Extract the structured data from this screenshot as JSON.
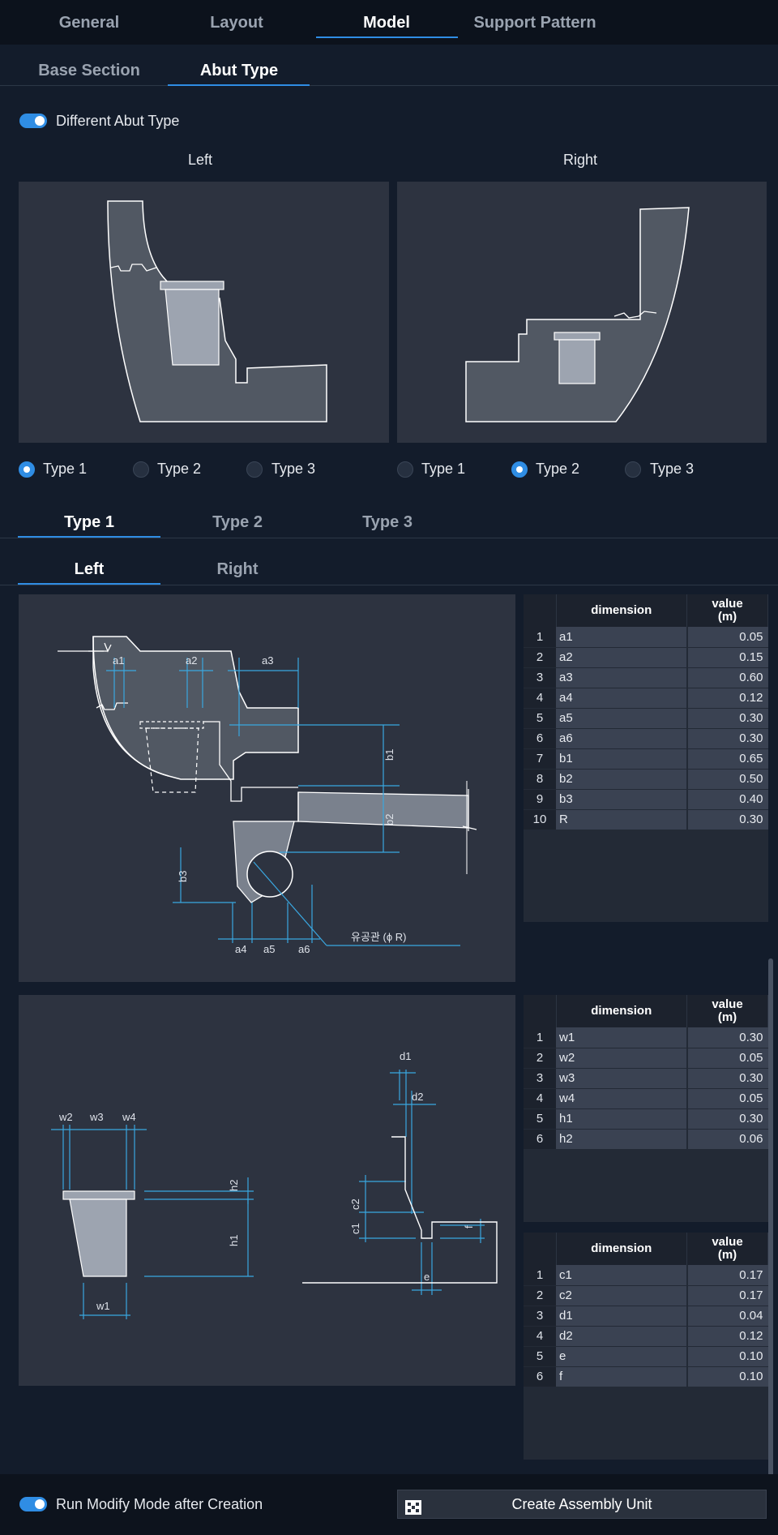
{
  "top_tabs": [
    "General",
    "Layout",
    "Model",
    "Support Pattern"
  ],
  "sub_tabs": [
    "Base Section",
    "Abut Type"
  ],
  "different_abut_type_label": "Different Abut Type",
  "left_heading": "Left",
  "right_heading": "Right",
  "left_types": [
    "Type 1",
    "Type 2",
    "Type 3"
  ],
  "right_types": [
    "Type 1",
    "Type 2",
    "Type 3"
  ],
  "left_selected": "Type 1",
  "right_selected": "Type 2",
  "type_tabs": [
    "Type 1",
    "Type 2",
    "Type 3"
  ],
  "side_tabs": [
    "Left",
    "Right"
  ],
  "diagram1": {
    "labels": [
      "a1",
      "a2",
      "a3",
      "b1",
      "b2",
      "b3",
      "a4",
      "a5",
      "a6"
    ],
    "pipe_label": "유공관 (ϕ R)"
  },
  "diagram2": {
    "labels": [
      "w2",
      "w3",
      "w4",
      "h2",
      "h1",
      "w1",
      "d1",
      "d2",
      "c2",
      "c1",
      "f",
      "e"
    ]
  },
  "table_header": {
    "dimension": "dimension",
    "value": "value",
    "unit": "(m)"
  },
  "table1": [
    {
      "i": "1",
      "name": "a1",
      "value": "0.05"
    },
    {
      "i": "2",
      "name": "a2",
      "value": "0.15"
    },
    {
      "i": "3",
      "name": "a3",
      "value": "0.60"
    },
    {
      "i": "4",
      "name": "a4",
      "value": "0.12"
    },
    {
      "i": "5",
      "name": "a5",
      "value": "0.30"
    },
    {
      "i": "6",
      "name": "a6",
      "value": "0.30"
    },
    {
      "i": "7",
      "name": "b1",
      "value": "0.65"
    },
    {
      "i": "8",
      "name": "b2",
      "value": "0.50"
    },
    {
      "i": "9",
      "name": "b3",
      "value": "0.40"
    },
    {
      "i": "10",
      "name": "R",
      "value": "0.30"
    }
  ],
  "table2": [
    {
      "i": "1",
      "name": "w1",
      "value": "0.30"
    },
    {
      "i": "2",
      "name": "w2",
      "value": "0.05"
    },
    {
      "i": "3",
      "name": "w3",
      "value": "0.30"
    },
    {
      "i": "4",
      "name": "w4",
      "value": "0.05"
    },
    {
      "i": "5",
      "name": "h1",
      "value": "0.30"
    },
    {
      "i": "6",
      "name": "h2",
      "value": "0.06"
    }
  ],
  "table3": [
    {
      "i": "1",
      "name": "c1",
      "value": "0.17"
    },
    {
      "i": "2",
      "name": "c2",
      "value": "0.17"
    },
    {
      "i": "3",
      "name": "d1",
      "value": "0.04"
    },
    {
      "i": "4",
      "name": "d2",
      "value": "0.12"
    },
    {
      "i": "5",
      "name": "e",
      "value": "0.10"
    },
    {
      "i": "6",
      "name": "f",
      "value": "0.10"
    }
  ],
  "run_modify_label": "Run Modify Mode after Creation",
  "create_button_label": "Create Assembly Unit",
  "colors": {
    "accent": "#2f8de4",
    "dim_line": "#3aa7e0"
  }
}
